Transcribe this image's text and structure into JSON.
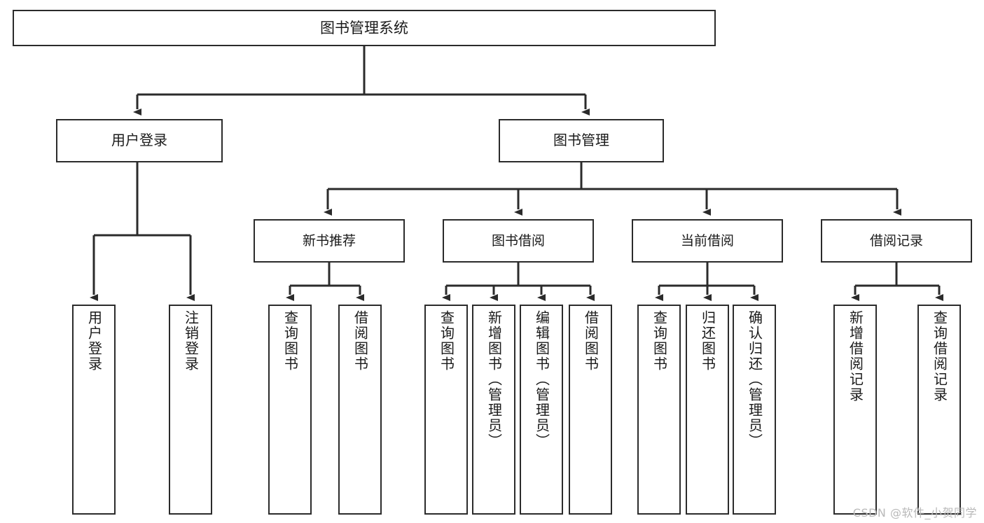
{
  "diagram": {
    "title": "图书管理系统",
    "root": {
      "label": "图书管理系统"
    },
    "level1": [
      {
        "label": "用户登录"
      },
      {
        "label": "图书管理"
      }
    ],
    "level2": [
      {
        "label": "新书推荐"
      },
      {
        "label": "图书借阅"
      },
      {
        "label": "当前借阅"
      },
      {
        "label": "借阅记录"
      }
    ],
    "leaves": [
      {
        "label": "用户登录",
        "parent": "用户登录"
      },
      {
        "label": "注销登录",
        "parent": "用户登录"
      },
      {
        "label": "查询图书",
        "parent": "新书推荐"
      },
      {
        "label": "借阅图书",
        "parent": "新书推荐"
      },
      {
        "label": "查询图书",
        "parent": "图书借阅"
      },
      {
        "label": "新增图书（管理员）",
        "parent": "图书借阅"
      },
      {
        "label": "编辑图书（管理员）",
        "parent": "图书借阅"
      },
      {
        "label": "借阅图书",
        "parent": "图书借阅"
      },
      {
        "label": "查询图书",
        "parent": "当前借阅"
      },
      {
        "label": "归还图书",
        "parent": "当前借阅"
      },
      {
        "label": "确认归还（管理员）",
        "parent": "当前借阅"
      },
      {
        "label": "新增借阅记录",
        "parent": "借阅记录"
      },
      {
        "label": "查询借阅记录",
        "parent": "借阅记录"
      }
    ]
  },
  "watermark": {
    "text": "CSDN @软件_小贺同学"
  },
  "colors": {
    "border": "#2b2b2b",
    "background": "#ffffff",
    "text": "#1a1a1a",
    "watermark": "#b9b9b9"
  }
}
